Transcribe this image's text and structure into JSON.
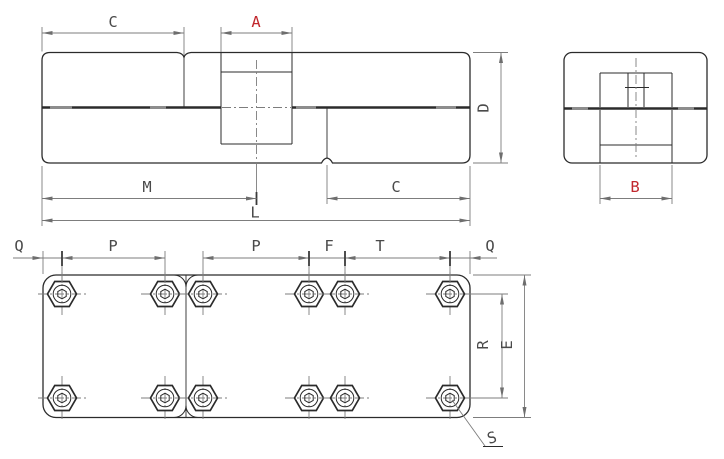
{
  "drawing": {
    "type": "engineering-dimension-drawing",
    "views": [
      "side-elevation",
      "end-elevation",
      "plan"
    ]
  },
  "colors": {
    "background": "#ffffff",
    "line_dark": "#2b2b2b",
    "line_medium": "#7d7d7d",
    "label": "#4a4a4a",
    "accent_red": "#c1272d"
  },
  "side_view": {
    "dim_c_top": "C",
    "dim_a": "A",
    "dim_d": "D",
    "dim_m": "M",
    "dim_c_bottom": "C",
    "dim_l": "L"
  },
  "end_view": {
    "dim_b": "B"
  },
  "plan_view": {
    "dim_q_left": "Q",
    "dim_p_left": "P",
    "dim_p_right": "P",
    "dim_f": "F",
    "dim_t": "T",
    "dim_q_right": "Q",
    "dim_r": "R",
    "dim_e": "E",
    "dim_s": "S"
  }
}
